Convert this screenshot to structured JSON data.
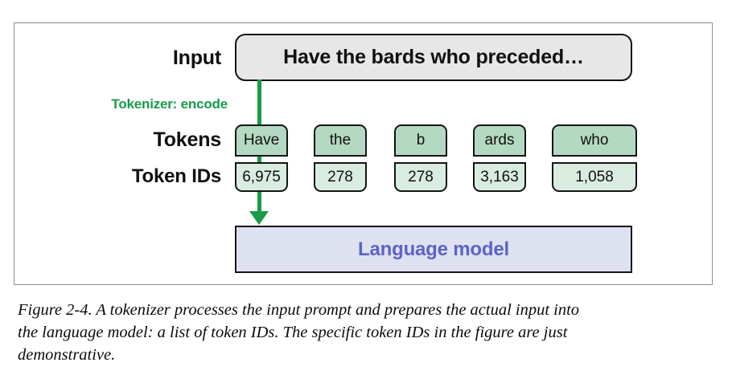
{
  "figure": {
    "labels": {
      "input": "Input",
      "tokenizer": "Tokenizer: encode",
      "tokens": "Tokens",
      "token_ids": "Token IDs"
    },
    "input_box": {
      "text": "Have the bards who preceded…"
    },
    "columns": [
      {
        "token": "Have",
        "token_id": "6,975"
      },
      {
        "token": "the",
        "token_id": "278"
      },
      {
        "token": "b",
        "token_id": "278"
      },
      {
        "token": "ards",
        "token_id": "3,163"
      },
      {
        "token": "who",
        "token_id": "1,058"
      }
    ],
    "language_model_box": {
      "text": "Language model"
    },
    "colors": {
      "accent_green": "#189c4a",
      "token_fill": "#b4d9c2",
      "token_id_fill": "#d9ece0",
      "input_fill": "#e7e7e7",
      "language_model_fill": "#dee1f0",
      "language_model_text": "#5b64c4",
      "outline": "#141414",
      "frame_border": "#8d8d8d"
    }
  },
  "caption": {
    "text": "Figure 2-4. A tokenizer processes the input prompt and prepares the actual input into the language model: a list of token IDs. The specific token IDs in the figure are just demonstrative."
  }
}
